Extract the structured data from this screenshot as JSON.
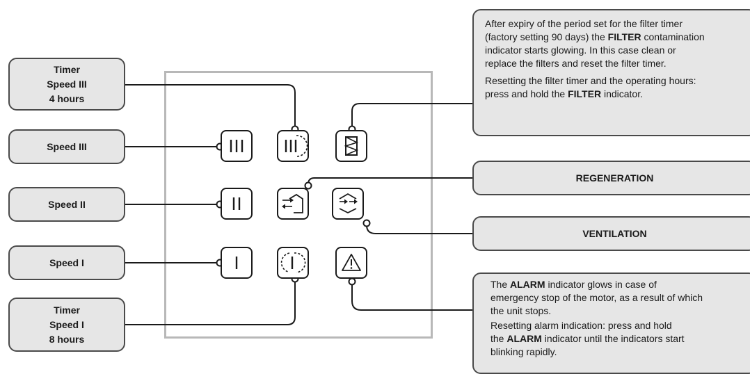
{
  "left_labels": {
    "timer_speed3": [
      "Timer",
      "Speed III",
      "4 hours"
    ],
    "speed3": "Speed III",
    "speed2": "Speed II",
    "speed1": "Speed I",
    "timer_speed1": [
      "Timer",
      "Speed I",
      "8 hours"
    ]
  },
  "right_labels": {
    "regeneration": "REGENERATION",
    "ventilation": "VENTILATION"
  },
  "filter_note": {
    "p1": {
      "line1": "After expiry of the period set for the filter timer",
      "line2_pre": "(factory setting 90 days) the ",
      "line2_bold": "FILTER",
      "line2_post": " contamination",
      "line3": "indicator starts glowing. In this case clean or",
      "line4": "replace the filters and reset the filter timer."
    },
    "p2": {
      "line1": "Resetting the filter timer and the operating hours:",
      "line2_pre": "press and hold the ",
      "line2_bold": "FILTER",
      "line2_post": " indicator."
    }
  },
  "alarm_note": {
    "p1": {
      "line1_pre": "The ",
      "line1_bold": "ALARM",
      "line1_post": " indicator glows in case of",
      "line2": "emergency stop of the motor, as a result of which",
      "line3": "the unit stops."
    },
    "p2": {
      "line1": "Resetting alarm indication: press and hold",
      "line2_pre": "the ",
      "line2_bold": "ALARM",
      "line2_post": " indicator until the indicators start",
      "line3": "blinking rapidly."
    }
  },
  "colors": {
    "callout_fill": "#e6e6e6",
    "callout_border": "#4a4a4a",
    "panel_frame": "#b8b8b8",
    "line": "#1a1a1a"
  },
  "icons": {
    "speed3_button": "three-bars-icon",
    "timer_speed3_button": "three-bars-timer-icon",
    "filter_button": "filter-icon",
    "speed2_button": "two-bars-icon",
    "regeneration_button": "regeneration-icon",
    "ventilation_button": "ventilation-icon",
    "speed1_button": "one-bar-icon",
    "timer_speed1_button": "one-bar-timer-icon",
    "alarm_button": "alarm-warning-icon"
  }
}
